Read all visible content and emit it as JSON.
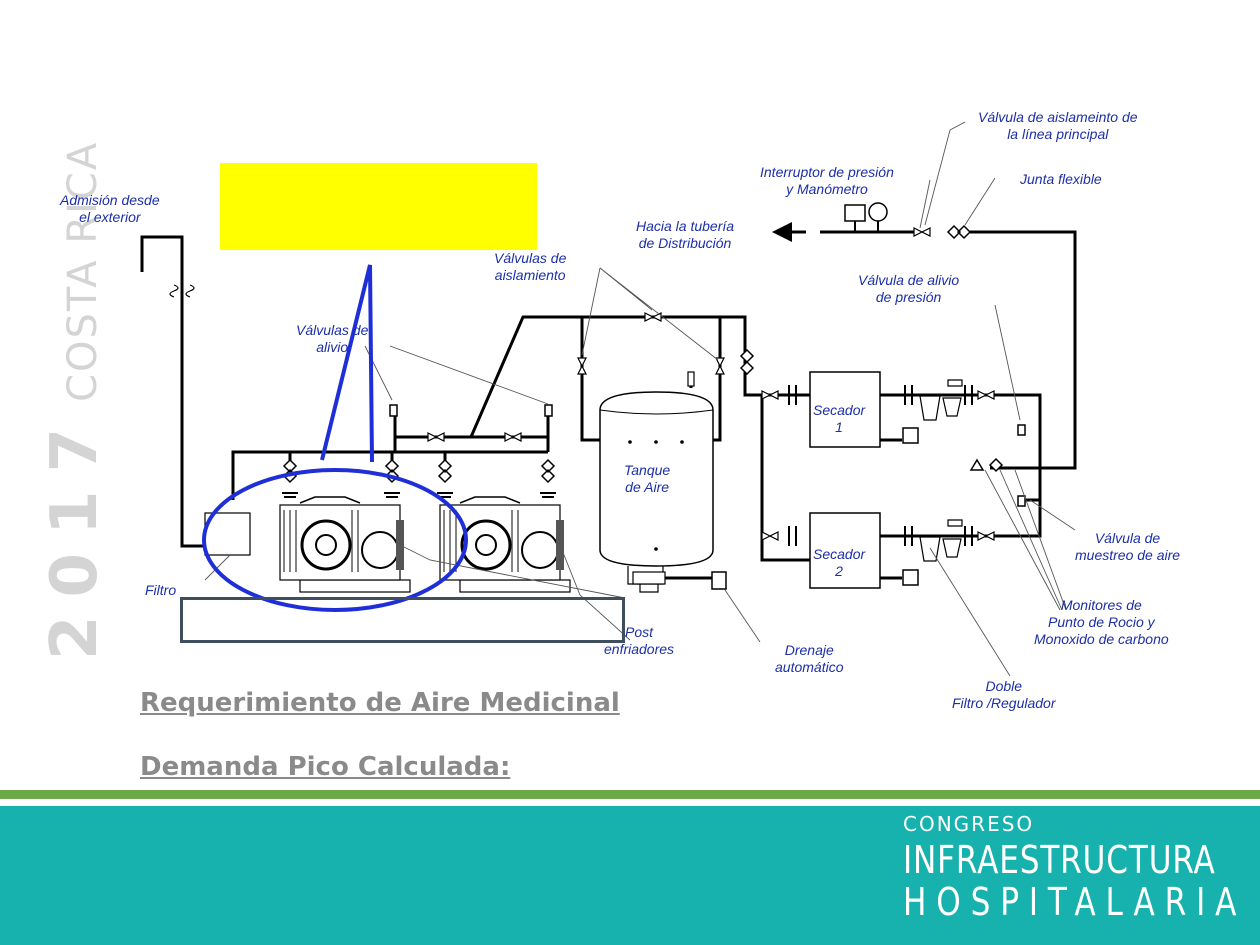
{
  "watermark": {
    "year": "2017",
    "country": "COSTA RICA"
  },
  "labels": {
    "admision": [
      "Admisión desde",
      "el exterior"
    ],
    "valvulas_alivio": [
      "Válvulas de",
      "alivio"
    ],
    "valvulas_aislamiento": [
      "Válvulas de",
      "aislamiento"
    ],
    "hacia_tuberia": [
      "Hacia la tubería",
      "de Distribución"
    ],
    "interruptor": [
      "Interruptor de presión",
      "y Manómetro"
    ],
    "valvula_aislamiento_principal": [
      "Válvula de aislameinto de",
      "la línea principal"
    ],
    "junta_flexible": "Junta flexible",
    "valvula_alivio_presion": [
      "Válvula de alivio",
      "de presión"
    ],
    "tanque": [
      "Tanque",
      "de Aire"
    ],
    "secador1": [
      "Secador",
      "1"
    ],
    "secador2": [
      "Secador",
      "2"
    ],
    "filtro": "Filtro",
    "post_enfriadores": [
      "Post",
      "enfriadores"
    ],
    "drenaje": [
      "Drenaje",
      "automático"
    ],
    "doble_filtro": [
      "Doble",
      "Filtro /Regulador"
    ],
    "monitores": [
      "Monitores de",
      "Punto de Rocio y",
      "Monoxido de carbono"
    ],
    "valvula_muestreo": [
      "Válvula de",
      "muestreo de aire"
    ]
  },
  "slide": {
    "requerimiento": "Requerimiento de Aire Medicinal",
    "demanda": "Demanda Pico  Calculada",
    "demanda_suffix": ":"
  },
  "footer": {
    "line1": "CONGRESO",
    "line2": "INFRAESTRUCTURA",
    "line3": "HOSPITALARIA"
  },
  "colors": {
    "label_blue": "#1c2fa8",
    "highlight_yellow": "#ffff00",
    "annotation_blue": "#1f2fd8",
    "green_bar": "#6aaa48",
    "teal": "#17b2ad"
  }
}
